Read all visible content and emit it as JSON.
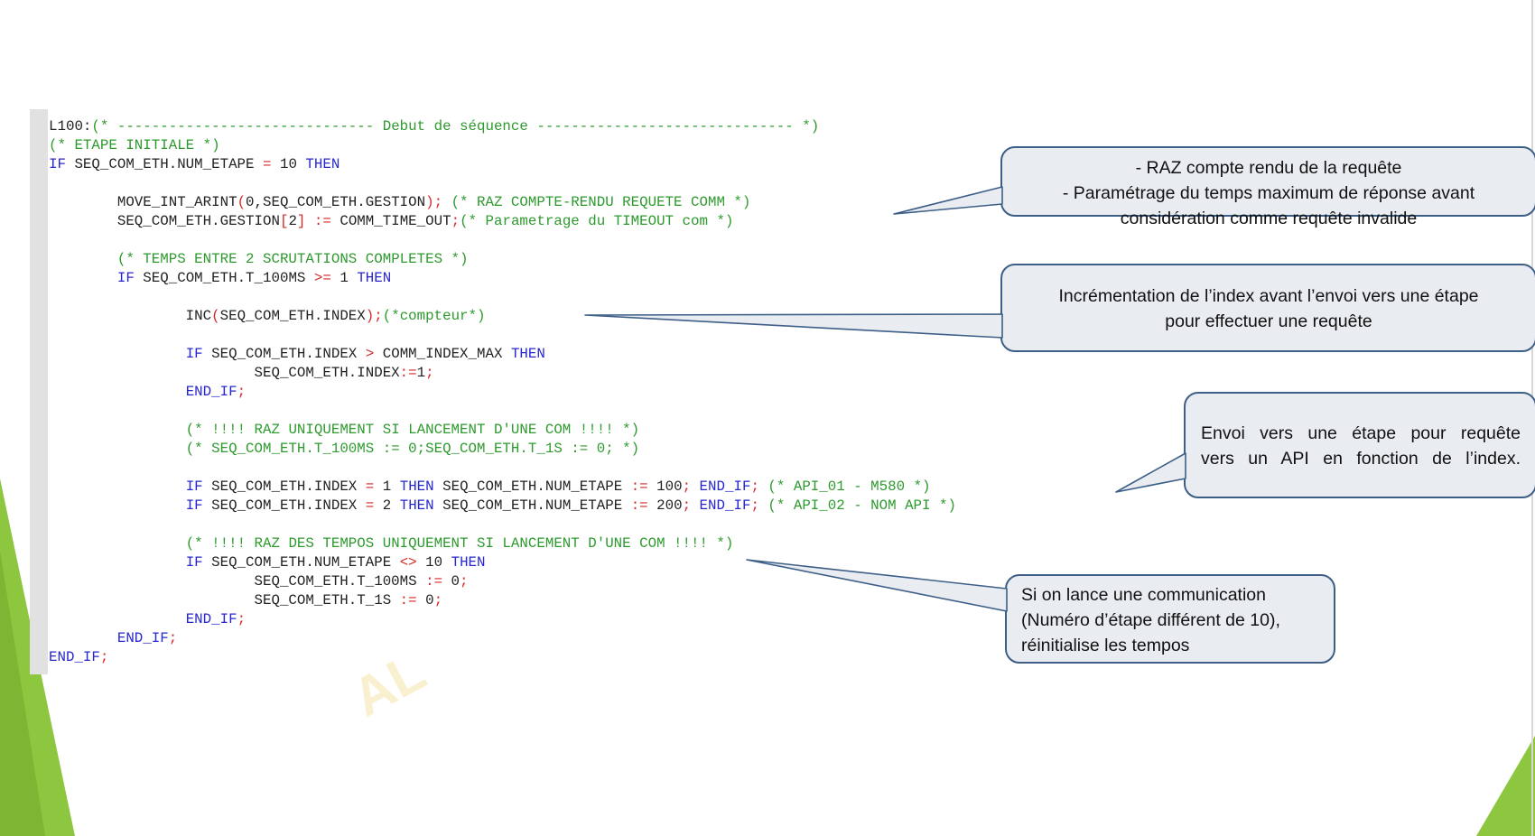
{
  "code": {
    "lines": [
      [
        [
          "L100:",
          "d"
        ],
        [
          "(* ------------------------------ Debut de séquence ------------------------------ *)",
          "c"
        ]
      ],
      [
        [
          "(* ETAPE INITIALE *)",
          "c"
        ]
      ],
      [
        [
          "IF",
          "k"
        ],
        [
          " SEQ_COM_ETH.NUM_ETAPE ",
          "d"
        ],
        [
          "=",
          "o"
        ],
        [
          " 10 ",
          "d"
        ],
        [
          "THEN",
          "k"
        ]
      ],
      [],
      [
        [
          "        MOVE_INT_ARINT",
          "d"
        ],
        [
          "(",
          "o"
        ],
        [
          "0,SEQ_COM_ETH.GESTION",
          "d"
        ],
        [
          ");",
          "o"
        ],
        [
          " ",
          "d"
        ],
        [
          "(* RAZ COMPTE-RENDU REQUETE COMM *)",
          "c"
        ]
      ],
      [
        [
          "        SEQ_COM_ETH.GESTION",
          "d"
        ],
        [
          "[",
          "o"
        ],
        [
          "2",
          "d"
        ],
        [
          "]",
          "o"
        ],
        [
          " ",
          "d"
        ],
        [
          ":=",
          "o"
        ],
        [
          " COMM_TIME_OUT",
          "d"
        ],
        [
          ";",
          "o"
        ],
        [
          "(* Parametrage du TIMEOUT com *)",
          "c"
        ]
      ],
      [],
      [
        [
          "        ",
          "d"
        ],
        [
          "(* TEMPS ENTRE 2 SCRUTATIONS COMPLETES *)",
          "c"
        ]
      ],
      [
        [
          "        ",
          "d"
        ],
        [
          "IF",
          "k"
        ],
        [
          " SEQ_COM_ETH.T_100MS ",
          "d"
        ],
        [
          ">=",
          "o"
        ],
        [
          " 1 ",
          "d"
        ],
        [
          "THEN",
          "k"
        ]
      ],
      [],
      [
        [
          "                INC",
          "d"
        ],
        [
          "(",
          "o"
        ],
        [
          "SEQ_COM_ETH.INDEX",
          "d"
        ],
        [
          ");",
          "o"
        ],
        [
          "(*compteur*)",
          "c"
        ]
      ],
      [],
      [
        [
          "                ",
          "d"
        ],
        [
          "IF",
          "k"
        ],
        [
          " SEQ_COM_ETH.INDEX ",
          "d"
        ],
        [
          ">",
          "o"
        ],
        [
          " COMM_INDEX_MAX ",
          "d"
        ],
        [
          "THEN",
          "k"
        ]
      ],
      [
        [
          "                        SEQ_COM_ETH.INDEX",
          "d"
        ],
        [
          ":=",
          "o"
        ],
        [
          "1",
          "d"
        ],
        [
          ";",
          "o"
        ]
      ],
      [
        [
          "                ",
          "d"
        ],
        [
          "END_IF",
          "k"
        ],
        [
          ";",
          "o"
        ]
      ],
      [],
      [
        [
          "                ",
          "d"
        ],
        [
          "(* !!!! RAZ UNIQUEMENT SI LANCEMENT D'UNE COM !!!! *)",
          "c"
        ]
      ],
      [
        [
          "                ",
          "d"
        ],
        [
          "(* SEQ_COM_ETH.T_100MS := 0;SEQ_COM_ETH.T_1S := 0; *)",
          "c"
        ]
      ],
      [],
      [
        [
          "                ",
          "d"
        ],
        [
          "IF",
          "k"
        ],
        [
          " SEQ_COM_ETH.INDEX ",
          "d"
        ],
        [
          "=",
          "o"
        ],
        [
          " 1 ",
          "d"
        ],
        [
          "THEN",
          "k"
        ],
        [
          " SEQ_COM_ETH.NUM_ETAPE ",
          "d"
        ],
        [
          ":=",
          "o"
        ],
        [
          " 100",
          "d"
        ],
        [
          ";",
          "o"
        ],
        [
          " ",
          "d"
        ],
        [
          "END_IF",
          "k"
        ],
        [
          ";",
          "o"
        ],
        [
          " ",
          "d"
        ],
        [
          "(* API_01 - M580 *)",
          "c"
        ]
      ],
      [
        [
          "                ",
          "d"
        ],
        [
          "IF",
          "k"
        ],
        [
          " SEQ_COM_ETH.INDEX ",
          "d"
        ],
        [
          "=",
          "o"
        ],
        [
          " 2 ",
          "d"
        ],
        [
          "THEN",
          "k"
        ],
        [
          " SEQ_COM_ETH.NUM_ETAPE ",
          "d"
        ],
        [
          ":=",
          "o"
        ],
        [
          " 200",
          "d"
        ],
        [
          ";",
          "o"
        ],
        [
          " ",
          "d"
        ],
        [
          "END_IF",
          "k"
        ],
        [
          ";",
          "o"
        ],
        [
          " ",
          "d"
        ],
        [
          "(* API_02 - NOM API *)",
          "c"
        ]
      ],
      [],
      [
        [
          "                ",
          "d"
        ],
        [
          "(* !!!! RAZ DES TEMPOS UNIQUEMENT SI LANCEMENT D'UNE COM !!!! *)",
          "c"
        ]
      ],
      [
        [
          "                ",
          "d"
        ],
        [
          "IF",
          "k"
        ],
        [
          " SEQ_COM_ETH.NUM_ETAPE ",
          "d"
        ],
        [
          "<>",
          "o"
        ],
        [
          " 10 ",
          "d"
        ],
        [
          "THEN",
          "k"
        ]
      ],
      [
        [
          "                        SEQ_COM_ETH.T_100MS ",
          "d"
        ],
        [
          ":=",
          "o"
        ],
        [
          " 0",
          "d"
        ],
        [
          ";",
          "o"
        ]
      ],
      [
        [
          "                        SEQ_COM_ETH.T_1S ",
          "d"
        ],
        [
          ":=",
          "o"
        ],
        [
          " 0",
          "d"
        ],
        [
          ";",
          "o"
        ]
      ],
      [
        [
          "                ",
          "d"
        ],
        [
          "END_IF",
          "k"
        ],
        [
          ";",
          "o"
        ]
      ],
      [
        [
          "        ",
          "d"
        ],
        [
          "END_IF",
          "k"
        ],
        [
          ";",
          "o"
        ]
      ],
      [
        [
          "END_IF",
          "k"
        ],
        [
          ";",
          "o"
        ]
      ]
    ]
  },
  "callouts": [
    {
      "lines": [
        "- RAZ compte rendu de la requête",
        "- Paramétrage du temps maximum de réponse avant",
        "considération comme requête invalide"
      ]
    },
    {
      "lines": [
        "Incrémentation de l’index avant l’envoi vers une étape",
        "pour effectuer une requête"
      ]
    },
    {
      "lines": [
        "Envoi vers une étape pour requête",
        "vers un API en fonction de l’index."
      ]
    },
    {
      "lines": [
        "Si on lance une communication",
        "(Numéro d’étape différent de 10),",
        "réinitialise les tempos"
      ]
    }
  ],
  "colors": {
    "keyword": "#2727cf",
    "comment": "#2d9a2d",
    "operator": "#d42a2a",
    "text": "#222222",
    "callout_fill": "#e9ecf1",
    "callout_border": "#3d5f87",
    "accent_green": "#8dc63f"
  },
  "watermark": "AL"
}
